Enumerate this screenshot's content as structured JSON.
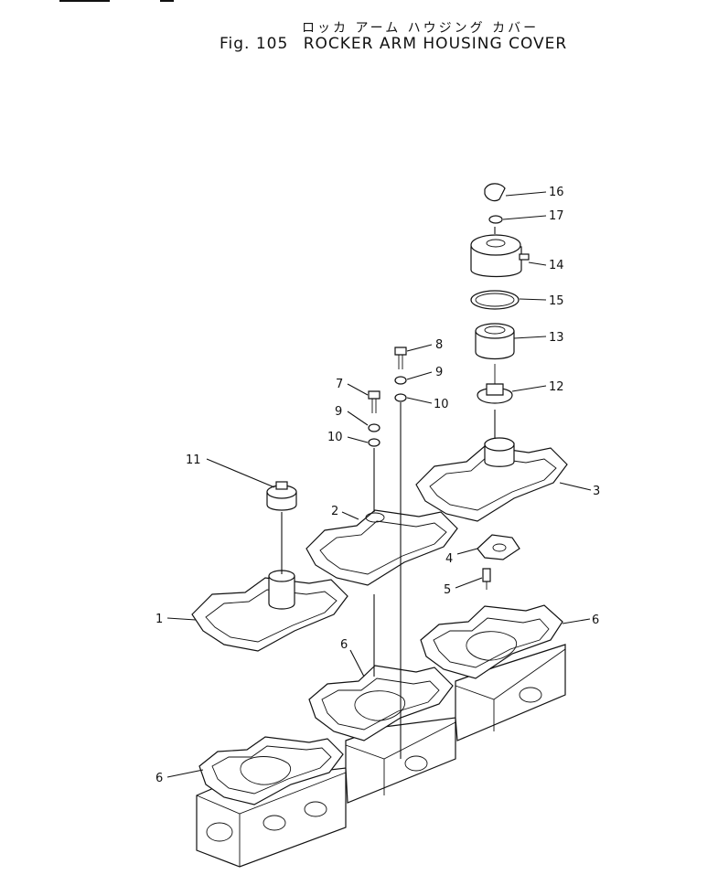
{
  "header": {
    "title_jp": "ロッカ アーム ハウジング カバー",
    "fig_label": "Fig. 105",
    "title_en": "ROCKER ARM HOUSING COVER"
  },
  "callouts": [
    "1",
    "2",
    "3",
    "4",
    "5",
    "6",
    "6",
    "6",
    "7",
    "8",
    "9",
    "9",
    "10",
    "10",
    "11",
    "12",
    "13",
    "14",
    "15",
    "16",
    "17"
  ]
}
